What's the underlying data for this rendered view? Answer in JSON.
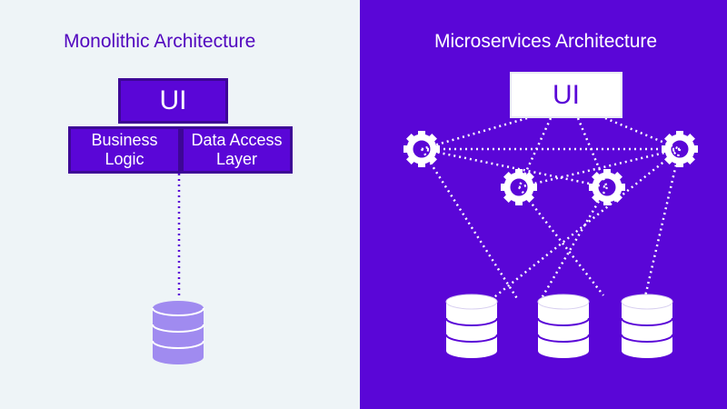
{
  "monolithic": {
    "title": "Monolithic Architecture",
    "ui_label": "UI",
    "business_logic": [
      "Business",
      "Logic"
    ],
    "data_access": [
      "Data Access",
      "Layer"
    ],
    "database_icon": "database-icon"
  },
  "microservices": {
    "title": "Microservices Architecture",
    "ui_label": "UI",
    "service_icon": "gear-icon",
    "database_icon": "database-icon",
    "service_count": 4,
    "database_count": 3
  },
  "colors": {
    "left_background": "#eef4f7",
    "right_background": "#5a06d7",
    "accent_purple": "#5a06d7",
    "light_purple": "#a08bf0",
    "white": "#ffffff"
  }
}
